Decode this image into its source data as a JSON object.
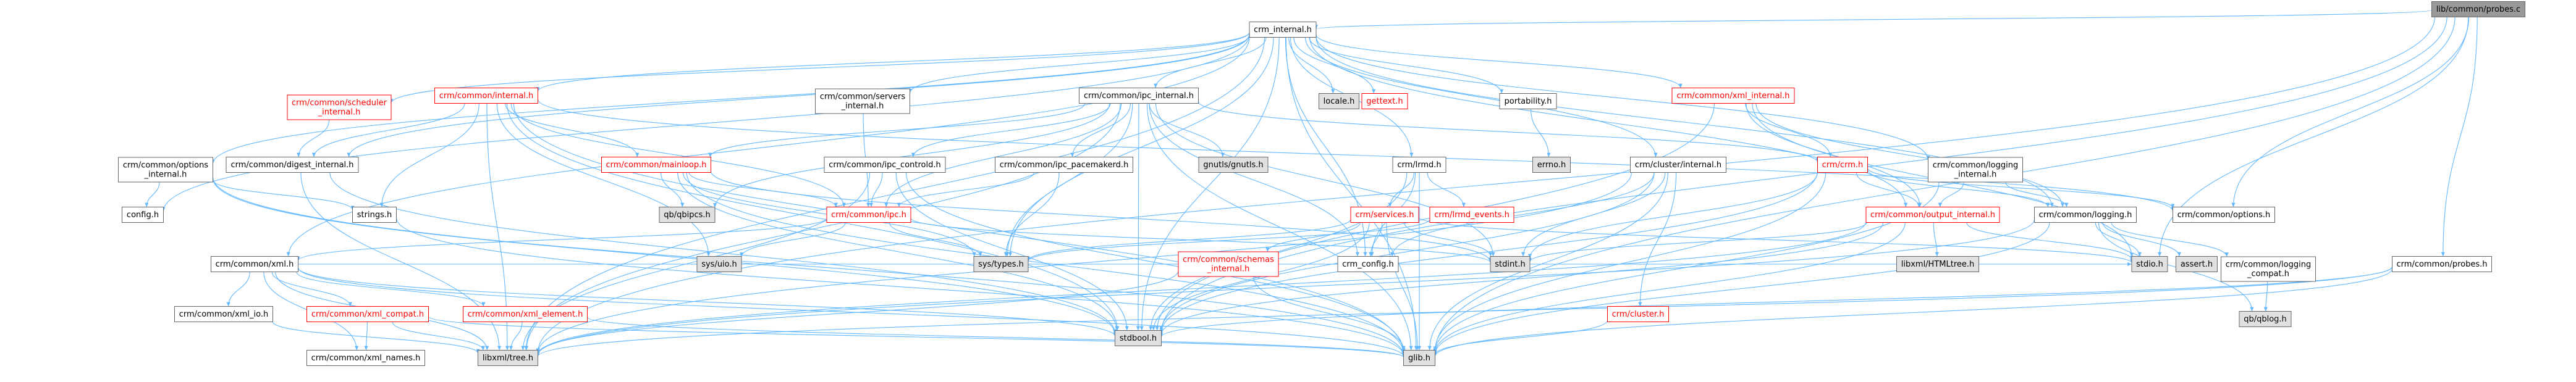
{
  "colors": {
    "root_fill": "#999999",
    "doc_fill": "#ffffff",
    "sys_fill": "#e0e0e0",
    "normal_stroke": "#666666",
    "red_stroke": "#ff0000",
    "red_text": "#ff0000",
    "text": "#000000",
    "edge": "#63b8ff"
  },
  "nodes": [
    {
      "id": "probes_c",
      "lines": [
        "lib/common/probes.c"
      ],
      "kind": "root"
    },
    {
      "id": "crm_internal",
      "lines": [
        "crm_internal.h"
      ],
      "kind": "doc"
    },
    {
      "id": "scheduler_internal",
      "lines": [
        "crm/common/scheduler",
        "_internal.h"
      ],
      "kind": "red"
    },
    {
      "id": "internal",
      "lines": [
        "crm/common/internal.h"
      ],
      "kind": "red"
    },
    {
      "id": "servers_internal",
      "lines": [
        "crm/common/servers",
        "_internal.h"
      ],
      "kind": "doc"
    },
    {
      "id": "ipc_internal",
      "lines": [
        "crm/common/ipc_internal.h"
      ],
      "kind": "doc"
    },
    {
      "id": "locale",
      "lines": [
        "locale.h"
      ],
      "kind": "sys"
    },
    {
      "id": "gettext",
      "lines": [
        "gettext.h"
      ],
      "kind": "red"
    },
    {
      "id": "portability",
      "lines": [
        "portability.h"
      ],
      "kind": "doc"
    },
    {
      "id": "xml_internal",
      "lines": [
        "crm/common/xml_internal.h"
      ],
      "kind": "red"
    },
    {
      "id": "options_internal",
      "lines": [
        "crm/common/options",
        "_internal.h"
      ],
      "kind": "doc"
    },
    {
      "id": "digest_internal",
      "lines": [
        "crm/common/digest_internal.h"
      ],
      "kind": "doc"
    },
    {
      "id": "mainloop",
      "lines": [
        "crm/common/mainloop.h"
      ],
      "kind": "red"
    },
    {
      "id": "ipc_controld",
      "lines": [
        "crm/common/ipc_controld.h"
      ],
      "kind": "doc"
    },
    {
      "id": "ipc_pacemakerd",
      "lines": [
        "crm/common/ipc_pacemakerd.h"
      ],
      "kind": "doc"
    },
    {
      "id": "gnutls",
      "lines": [
        "gnutls/gnutls.h"
      ],
      "kind": "sys"
    },
    {
      "id": "lrmd",
      "lines": [
        "crm/lrmd.h"
      ],
      "kind": "doc"
    },
    {
      "id": "errno",
      "lines": [
        "errno.h"
      ],
      "kind": "sys"
    },
    {
      "id": "cluster_internal",
      "lines": [
        "crm/cluster/internal.h"
      ],
      "kind": "doc"
    },
    {
      "id": "crm_h",
      "lines": [
        "crm/crm.h"
      ],
      "kind": "red"
    },
    {
      "id": "logging_internal",
      "lines": [
        "crm/common/logging",
        "_internal.h"
      ],
      "kind": "doc"
    },
    {
      "id": "config_left",
      "lines": [
        "config.h"
      ],
      "kind": "doc"
    },
    {
      "id": "strings",
      "lines": [
        "strings.h"
      ],
      "kind": "doc"
    },
    {
      "id": "qbipcs",
      "lines": [
        "qb/qbipcs.h"
      ],
      "kind": "sys"
    },
    {
      "id": "ipc",
      "lines": [
        "crm/common/ipc.h"
      ],
      "kind": "red"
    },
    {
      "id": "lrmd_events",
      "lines": [
        "crm/lrmd_events.h"
      ],
      "kind": "red"
    },
    {
      "id": "services",
      "lines": [
        "crm/services.h"
      ],
      "kind": "red"
    },
    {
      "id": "output_internal",
      "lines": [
        "crm/common/output_internal.h"
      ],
      "kind": "red"
    },
    {
      "id": "logging",
      "lines": [
        "crm/common/logging.h"
      ],
      "kind": "doc"
    },
    {
      "id": "options",
      "lines": [
        "crm/common/options.h"
      ],
      "kind": "doc"
    },
    {
      "id": "xml",
      "lines": [
        "crm/common/xml.h"
      ],
      "kind": "doc"
    },
    {
      "id": "sys_uio",
      "lines": [
        "sys/uio.h"
      ],
      "kind": "sys"
    },
    {
      "id": "sys_types",
      "lines": [
        "sys/types.h"
      ],
      "kind": "sys"
    },
    {
      "id": "crm_config",
      "lines": [
        "crm_config.h"
      ],
      "kind": "doc"
    },
    {
      "id": "stdint",
      "lines": [
        "stdint.h"
      ],
      "kind": "sys"
    },
    {
      "id": "libxml_htmltree",
      "lines": [
        "libxml/HTMLtree.h"
      ],
      "kind": "sys"
    },
    {
      "id": "stdio",
      "lines": [
        "stdio.h"
      ],
      "kind": "sys"
    },
    {
      "id": "assert",
      "lines": [
        "assert.h"
      ],
      "kind": "sys"
    },
    {
      "id": "logging_compat",
      "lines": [
        "crm/common/logging",
        "_compat.h"
      ],
      "kind": "doc"
    },
    {
      "id": "probes_h",
      "lines": [
        "crm/common/probes.h"
      ],
      "kind": "doc"
    },
    {
      "id": "xml_io",
      "lines": [
        "crm/common/xml_io.h"
      ],
      "kind": "doc"
    },
    {
      "id": "xml_compat",
      "lines": [
        "crm/common/xml_compat.h"
      ],
      "kind": "red"
    },
    {
      "id": "xml_element",
      "lines": [
        "crm/common/xml_element.h"
      ],
      "kind": "red"
    },
    {
      "id": "schemas_internal",
      "lines": [
        "crm/common/schemas",
        "_internal.h"
      ],
      "kind": "red"
    },
    {
      "id": "stdbool",
      "lines": [
        "stdbool.h"
      ],
      "kind": "sys"
    },
    {
      "id": "cluster_h",
      "lines": [
        "crm/cluster.h"
      ],
      "kind": "red"
    },
    {
      "id": "qblog",
      "lines": [
        "qb/qblog.h"
      ],
      "kind": "sys"
    },
    {
      "id": "libxml_tree",
      "lines": [
        "libxml/tree.h"
      ],
      "kind": "sys"
    },
    {
      "id": "glib",
      "lines": [
        "glib.h"
      ],
      "kind": "sys"
    },
    {
      "id": "xml_names",
      "lines": [
        "crm/common/xml_names.h"
      ],
      "kind": "doc"
    }
  ],
  "edges": [
    [
      "probes_c",
      "crm_internal"
    ],
    [
      "probes_c",
      "options"
    ],
    [
      "probes_c",
      "probes_h"
    ],
    [
      "probes_c",
      "stdio"
    ],
    [
      "probes_c",
      "stdbool"
    ],
    [
      "probes_c",
      "glib"
    ],
    [
      "probes_c",
      "libxml_tree"
    ],
    [
      "crm_internal",
      "config_left"
    ],
    [
      "crm_internal",
      "glib"
    ],
    [
      "crm_internal",
      "options_internal"
    ],
    [
      "crm_internal",
      "scheduler_internal"
    ],
    [
      "crm_internal",
      "internal"
    ],
    [
      "crm_internal",
      "servers_internal"
    ],
    [
      "crm_internal",
      "ipc_internal"
    ],
    [
      "crm_internal",
      "locale"
    ],
    [
      "crm_internal",
      "gettext"
    ],
    [
      "crm_internal",
      "portability"
    ],
    [
      "crm_internal",
      "xml_internal"
    ],
    [
      "crm_internal",
      "logging_internal"
    ],
    [
      "crm_internal",
      "lrmd"
    ],
    [
      "crm_internal",
      "cluster_internal"
    ],
    [
      "crm_internal",
      "digest_internal"
    ],
    [
      "crm_internal",
      "xml"
    ],
    [
      "crm_internal",
      "output_internal"
    ],
    [
      "crm_internal",
      "logging"
    ],
    [
      "crm_internal",
      "libxml_tree"
    ],
    [
      "crm_internal",
      "stdbool"
    ],
    [
      "crm_internal",
      "crm_config"
    ],
    [
      "crm_internal",
      "sys_types"
    ],
    [
      "options_internal",
      "config_left"
    ],
    [
      "options_internal",
      "glib"
    ],
    [
      "options_internal",
      "stdbool"
    ],
    [
      "options_internal",
      "strings"
    ],
    [
      "scheduler_internal",
      "digest_internal"
    ],
    [
      "internal",
      "digest_internal"
    ],
    [
      "internal",
      "mainloop"
    ],
    [
      "internal",
      "strings"
    ],
    [
      "internal",
      "glib"
    ],
    [
      "internal",
      "stdbool"
    ],
    [
      "internal",
      "libxml_tree"
    ],
    [
      "internal",
      "sys_uio"
    ],
    [
      "internal",
      "ipc"
    ],
    [
      "internal",
      "options"
    ],
    [
      "digest_internal",
      "stdbool"
    ],
    [
      "digest_internal",
      "libxml_tree"
    ],
    [
      "servers_internal",
      "ipc"
    ],
    [
      "ipc_internal",
      "mainloop"
    ],
    [
      "ipc_internal",
      "ipc_controld"
    ],
    [
      "ipc_internal",
      "ipc_pacemakerd"
    ],
    [
      "ipc_internal",
      "gnutls"
    ],
    [
      "ipc_internal",
      "qbipcs"
    ],
    [
      "ipc_internal",
      "ipc"
    ],
    [
      "ipc_internal",
      "stdint"
    ],
    [
      "ipc_internal",
      "sys_types"
    ],
    [
      "ipc_internal",
      "crm_h"
    ],
    [
      "ipc_internal",
      "glib"
    ],
    [
      "ipc_internal",
      "stdbool"
    ],
    [
      "ipc_internal",
      "crm_config"
    ],
    [
      "ipc_internal",
      "libxml_tree"
    ],
    [
      "mainloop",
      "qbipcs"
    ],
    [
      "mainloop",
      "ipc"
    ],
    [
      "mainloop",
      "glib"
    ],
    [
      "mainloop",
      "stdbool"
    ],
    [
      "mainloop",
      "stdint"
    ],
    [
      "mainloop",
      "sys_types"
    ],
    [
      "ipc_controld",
      "ipc"
    ],
    [
      "ipc_controld",
      "stdbool"
    ],
    [
      "ipc_controld",
      "libxml_tree"
    ],
    [
      "ipc_controld",
      "glib"
    ],
    [
      "ipc_pacemakerd",
      "ipc"
    ],
    [
      "ipc_pacemakerd",
      "sys_types"
    ],
    [
      "ipc",
      "sys_uio"
    ],
    [
      "ipc",
      "sys_types"
    ],
    [
      "ipc",
      "stdint"
    ],
    [
      "ipc",
      "xml"
    ],
    [
      "portability",
      "errno"
    ],
    [
      "lrmd",
      "stdbool"
    ],
    [
      "lrmd",
      "glib"
    ],
    [
      "lrmd",
      "lrmd_events"
    ],
    [
      "lrmd",
      "services"
    ],
    [
      "lrmd",
      "crm_config"
    ],
    [
      "lrmd_events",
      "sys_types"
    ],
    [
      "services",
      "glib"
    ],
    [
      "services",
      "stdio"
    ],
    [
      "services",
      "stdint"
    ],
    [
      "services",
      "sys_types"
    ],
    [
      "services",
      "stdbool"
    ],
    [
      "services",
      "crm_config"
    ],
    [
      "services",
      "schemas_internal"
    ],
    [
      "cluster_internal",
      "stdbool"
    ],
    [
      "cluster_internal",
      "stdint"
    ],
    [
      "cluster_internal",
      "glib"
    ],
    [
      "cluster_internal",
      "cluster_h"
    ],
    [
      "cluster_internal",
      "libxml_tree"
    ],
    [
      "cluster_internal",
      "crm_config"
    ],
    [
      "cluster_h",
      "glib"
    ],
    [
      "xml_internal",
      "crm_h"
    ],
    [
      "xml_internal",
      "output_internal"
    ],
    [
      "xml_internal",
      "logging"
    ],
    [
      "xml_internal",
      "stdio"
    ],
    [
      "xml_internal",
      "stdbool"
    ],
    [
      "crm_h",
      "glib"
    ],
    [
      "crm_h",
      "stdbool"
    ],
    [
      "crm_h",
      "stdint"
    ],
    [
      "crm_h",
      "options"
    ],
    [
      "crm_h",
      "logging"
    ],
    [
      "crm_h",
      "output_internal"
    ],
    [
      "logging_internal",
      "glib"
    ],
    [
      "logging_internal",
      "logging"
    ],
    [
      "logging_internal",
      "output_internal"
    ],
    [
      "output_internal",
      "stdio"
    ],
    [
      "output_internal",
      "libxml_tree"
    ],
    [
      "output_internal",
      "libxml_htmltree"
    ],
    [
      "output_internal",
      "glib"
    ],
    [
      "output_internal",
      "stdbool"
    ],
    [
      "output_internal",
      "stdint"
    ],
    [
      "logging",
      "stdio"
    ],
    [
      "logging",
      "glib"
    ],
    [
      "logging",
      "qblog"
    ],
    [
      "logging",
      "libxml_tree"
    ],
    [
      "logging",
      "assert"
    ],
    [
      "logging",
      "logging_compat"
    ],
    [
      "logging_compat",
      "qblog"
    ],
    [
      "probes_h",
      "stdbool"
    ],
    [
      "probes_h",
      "glib"
    ],
    [
      "probes_h",
      "libxml_tree"
    ],
    [
      "xml",
      "stdio"
    ],
    [
      "xml",
      "libxml_tree"
    ],
    [
      "xml",
      "glib"
    ],
    [
      "xml",
      "xml_io"
    ],
    [
      "xml",
      "xml_compat"
    ],
    [
      "xml",
      "xml_element"
    ],
    [
      "xml",
      "xml_names"
    ],
    [
      "xml",
      "stdbool"
    ],
    [
      "xml_io",
      "libxml_tree"
    ],
    [
      "xml_compat",
      "glib"
    ],
    [
      "xml_compat",
      "libxml_tree"
    ],
    [
      "xml_compat",
      "xml_names"
    ],
    [
      "xml_element",
      "glib"
    ],
    [
      "xml_element",
      "libxml_tree"
    ],
    [
      "schemas_internal",
      "glib"
    ],
    [
      "schemas_internal",
      "libxml_tree"
    ],
    [
      "strings",
      "glib"
    ]
  ]
}
